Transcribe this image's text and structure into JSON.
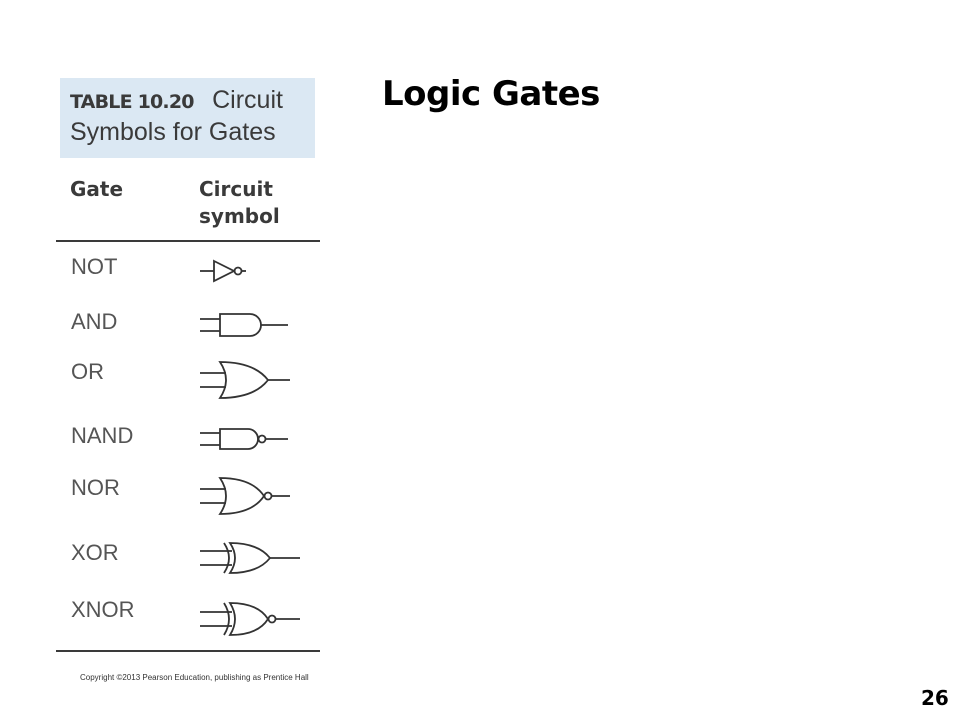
{
  "slide": {
    "title": "Logic Gates",
    "page_number": "26"
  },
  "table": {
    "label": "TABLE 10.20",
    "caption_line1": "Circuit",
    "caption_line2": "Symbols for Gates",
    "columns": {
      "gate": "Gate",
      "symbol_line1": "Circuit",
      "symbol_line2": "symbol"
    },
    "rows": [
      {
        "gate": "NOT",
        "symbol": "not-gate-symbol"
      },
      {
        "gate": "AND",
        "symbol": "and-gate-symbol"
      },
      {
        "gate": "OR",
        "symbol": "or-gate-symbol"
      },
      {
        "gate": "NAND",
        "symbol": "nand-gate-symbol"
      },
      {
        "gate": "NOR",
        "symbol": "nor-gate-symbol"
      },
      {
        "gate": "XOR",
        "symbol": "xor-gate-symbol"
      },
      {
        "gate": "XNOR",
        "symbol": "xnor-gate-symbol"
      }
    ]
  },
  "footer": {
    "copyright": "Copyright ©2013 Pearson Education, publishing as Prentice Hall"
  }
}
